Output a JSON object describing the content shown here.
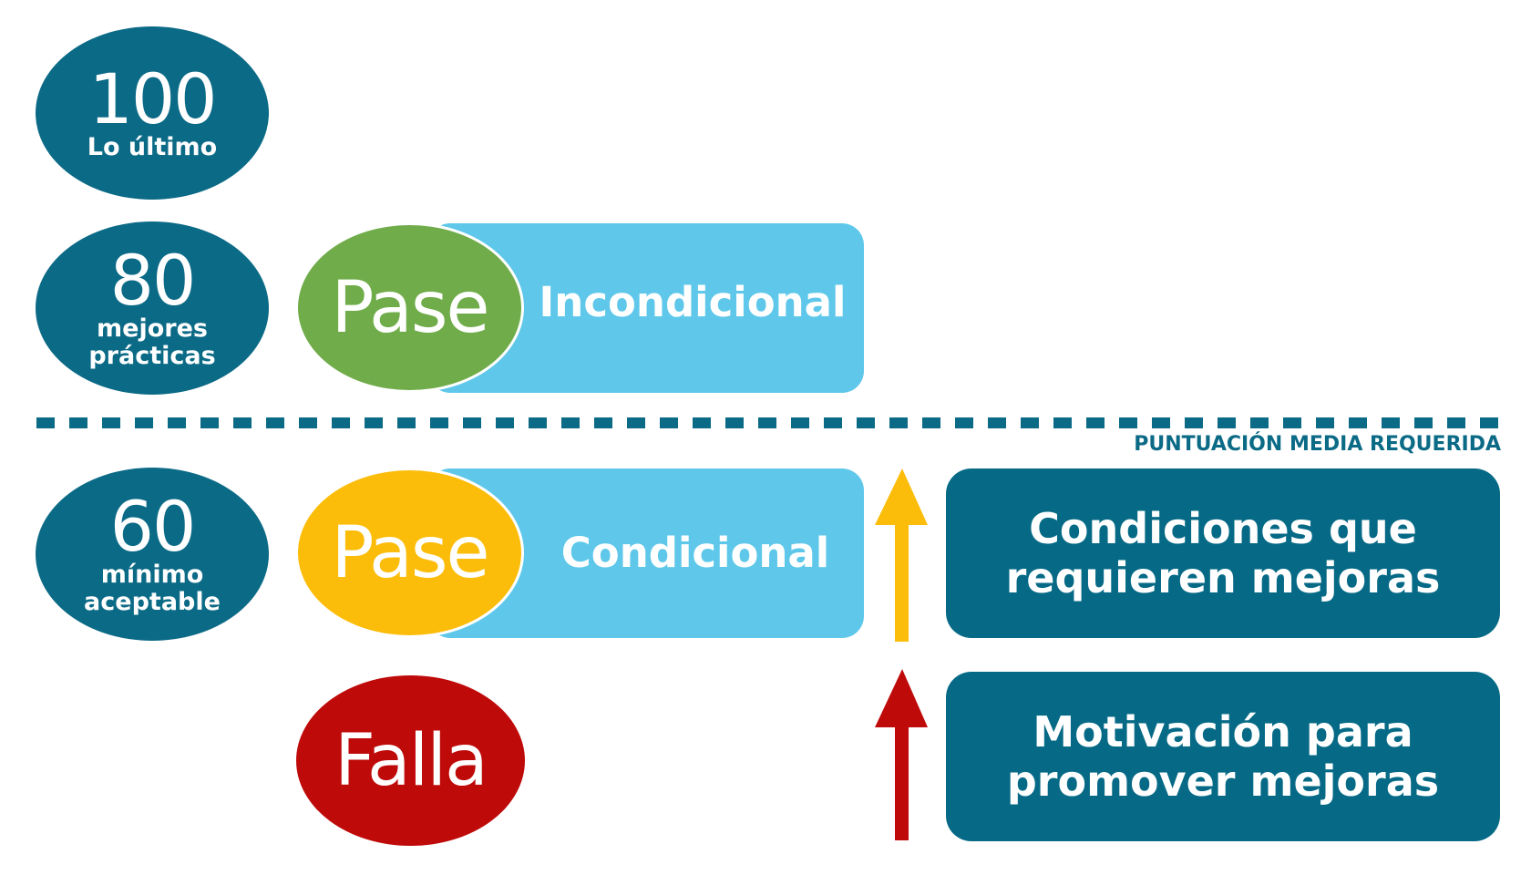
{
  "levels": [
    {
      "value": "100",
      "label_lines": [
        "Lo último"
      ]
    },
    {
      "value": "80",
      "label_lines": [
        "mejores",
        "prácticas"
      ]
    },
    {
      "value": "60",
      "label_lines": [
        "mínimo",
        "aceptable"
      ]
    }
  ],
  "outcomes": {
    "unconditional_pass": {
      "word": "Pase",
      "bar_label": "Incondicional"
    },
    "conditional_pass": {
      "word": "Pase",
      "bar_label": "Condicional"
    },
    "fail": {
      "word": "Falla"
    }
  },
  "threshold": {
    "label": "PUNTUACIÓN MEDIA REQUERIDA"
  },
  "actions": {
    "conditions": {
      "lines": [
        "Condiciones que",
        "requieren mejoras"
      ]
    },
    "motivation": {
      "lines": [
        "Motivación para",
        "promover mejoras"
      ]
    }
  },
  "colors": {
    "dark_teal": "#0b6a86",
    "light_blue": "#5fc8ea",
    "green": "#70ac4a",
    "yellow": "#fbbd0a",
    "red": "#bf0a0a"
  }
}
